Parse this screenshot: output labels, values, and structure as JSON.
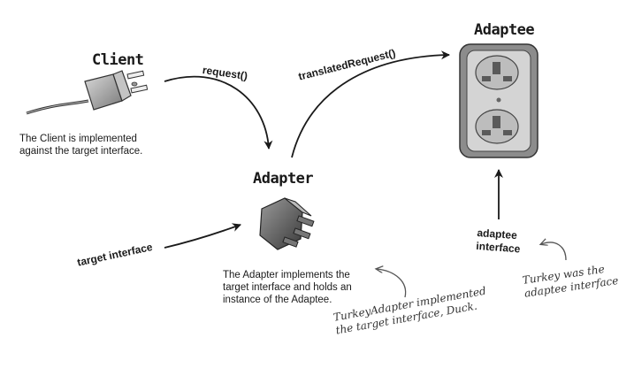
{
  "client": {
    "title": "Client",
    "description": [
      "The Client is implemented",
      "against the target interface."
    ]
  },
  "adapter": {
    "title": "Adapter",
    "description": [
      "The Adapter implements the",
      "target interface and holds an",
      "instance of the Adaptee."
    ]
  },
  "adaptee": {
    "title": "Adaptee"
  },
  "arrows": {
    "request": "request()",
    "translated_request": "translatedRequest()",
    "target_interface": "target interface",
    "adaptee_interface": [
      "adaptee",
      "interface"
    ]
  },
  "notes": {
    "turkey_adapter": [
      "TurkeyAdapter implemented",
      "the target interface, Duck."
    ],
    "turkey_adaptee": [
      "Turkey was the",
      "adaptee interface"
    ]
  }
}
